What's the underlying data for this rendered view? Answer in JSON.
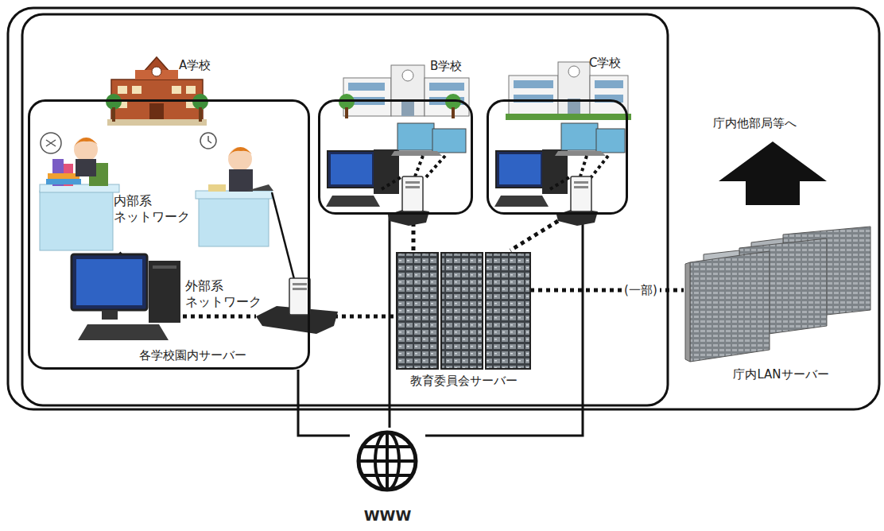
{
  "diagram": {
    "nodes": [
      {
        "text": [
          "A学校"
        ]
      },
      {
        "text": [
          "B学校"
        ]
      },
      {
        "text": [
          "C学校"
        ]
      },
      {
        "text": [
          "教育委員会サーバー"
        ]
      },
      {
        "text": [
          "庁内LANサーバー"
        ]
      },
      {
        "text": [
          "WWW"
        ]
      }
    ],
    "edges": [
      {
        "from": 0,
        "to": 3,
        "arrow": "none"
      },
      {
        "from": 1,
        "to": 3,
        "arrow": "none"
      },
      {
        "from": 2,
        "to": 3,
        "arrow": "none"
      },
      {
        "from": 3,
        "to": 4,
        "label": "(一部)",
        "arrow": "none"
      },
      {
        "from": 0,
        "to": 5,
        "arrow": "none"
      },
      {
        "from": 1,
        "to": 5,
        "arrow": "none"
      },
      {
        "from": 2,
        "to": 5,
        "arrow": "none"
      }
    ],
    "labels": [
      "内部系 ネットワーク",
      "外部系 ネットワーク",
      "各学校園内サーバー",
      "庁内他部局等へ"
    ]
  }
}
